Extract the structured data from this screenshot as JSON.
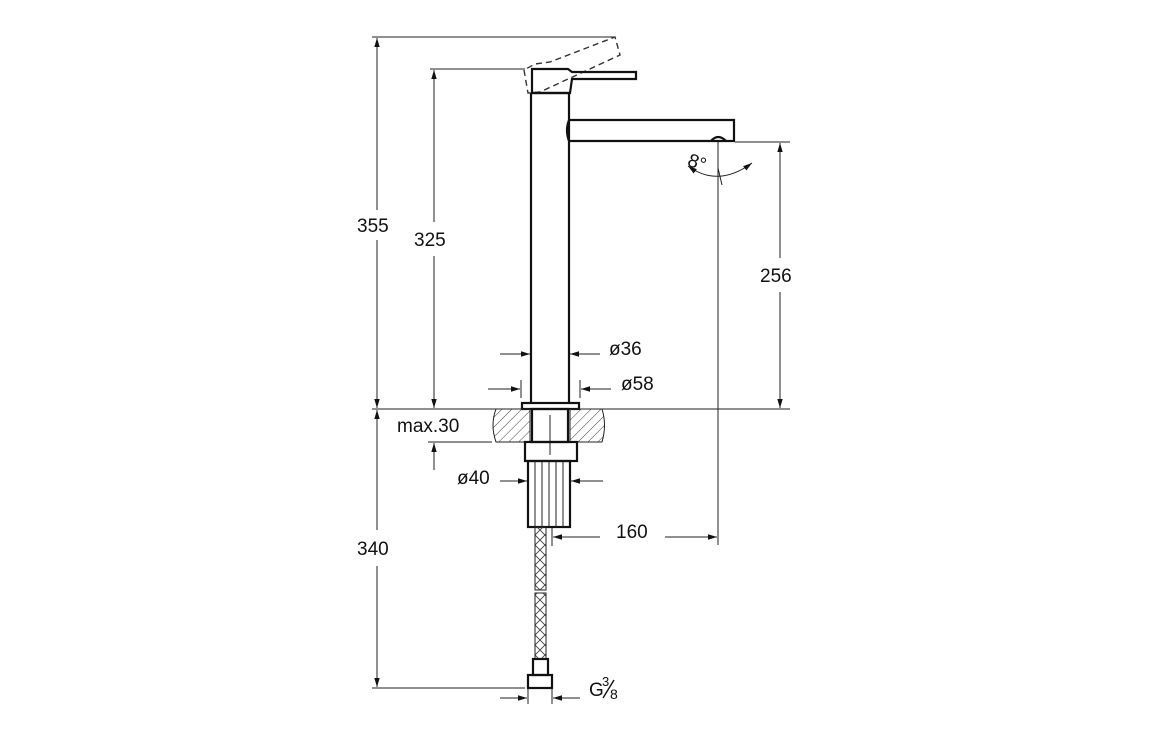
{
  "drawing": {
    "subject": "Tall basin mixer tap - side elevation technical drawing",
    "colors": {
      "line": "#111111",
      "background": "#ffffff",
      "hatch": "#444444"
    },
    "dimensions": {
      "total_height": "355",
      "spout_body_height": "325",
      "spout_outlet_height": "256",
      "body_diameter": "ø36",
      "base_diameter": "ø58",
      "max_countertop": "max.30",
      "shank_diameter": "ø40",
      "spout_reach": "160",
      "hose_length": "340",
      "connection_thread_g": "G",
      "connection_thread_num": "3",
      "connection_thread_den": "8",
      "spout_angle": "8°"
    }
  }
}
